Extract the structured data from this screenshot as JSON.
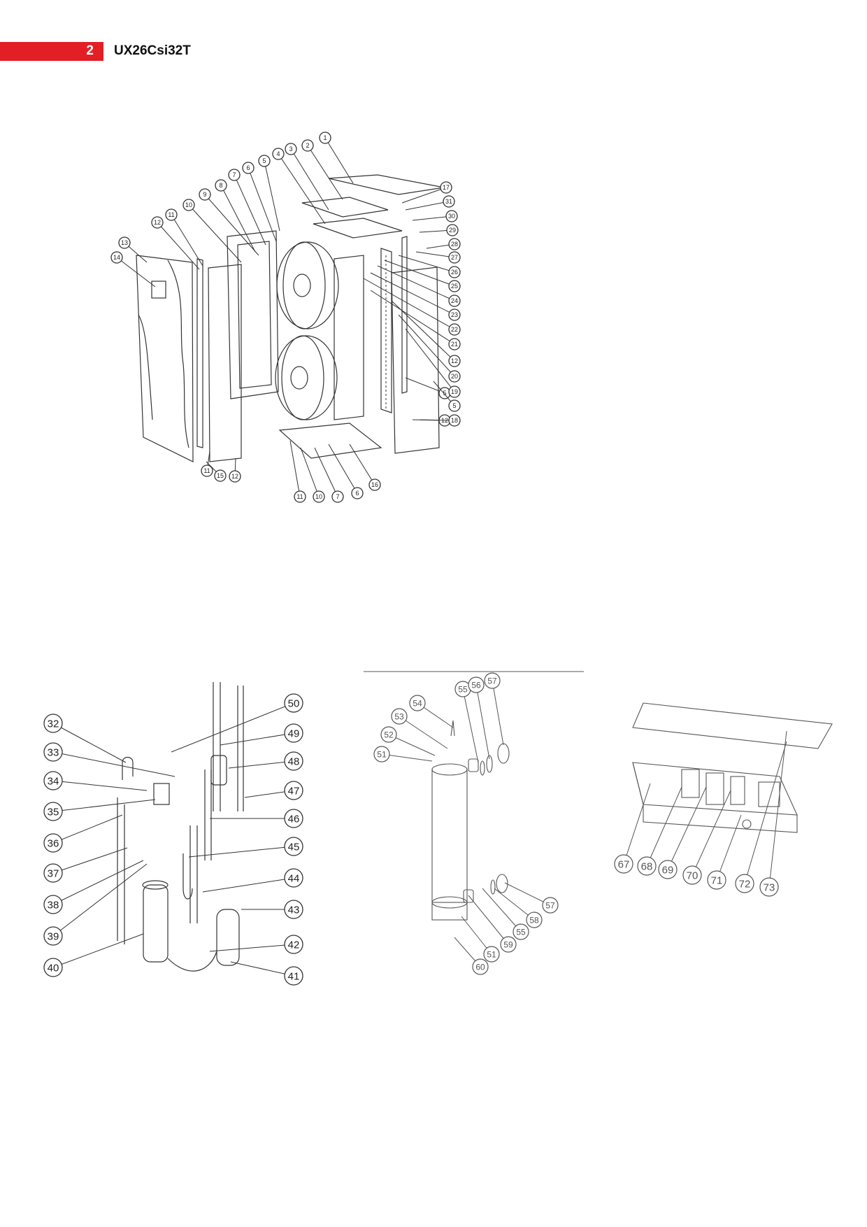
{
  "header": {
    "page_number": "2",
    "model": "UX26Csi32T"
  },
  "colors": {
    "accent": "#e31e24"
  },
  "diagrams": {
    "unit_exploded": [
      "1",
      "2",
      "3",
      "4",
      "5",
      "6",
      "7",
      "8",
      "9",
      "10",
      "11",
      "12",
      "13",
      "14",
      "5",
      "12",
      "11",
      "12",
      "15",
      "11",
      "10",
      "7",
      "6",
      "16",
      "17",
      "31",
      "30",
      "29",
      "28",
      "27",
      "26",
      "25",
      "24",
      "23",
      "22",
      "21",
      "12",
      "20",
      "19",
      "5",
      "18",
      "12"
    ],
    "refrigerant_circuit": [
      "32",
      "33",
      "34",
      "35",
      "36",
      "37",
      "38",
      "39",
      "40",
      "50",
      "49",
      "48",
      "47",
      "46",
      "45",
      "44",
      "43",
      "42",
      "41"
    ],
    "heat_exchanger": [
      "51",
      "52",
      "53",
      "54",
      "55",
      "56",
      "57",
      "57",
      "58",
      "55",
      "59",
      "51",
      "60"
    ],
    "control_box": [
      "67",
      "68",
      "69",
      "70",
      "71",
      "72",
      "73"
    ]
  }
}
